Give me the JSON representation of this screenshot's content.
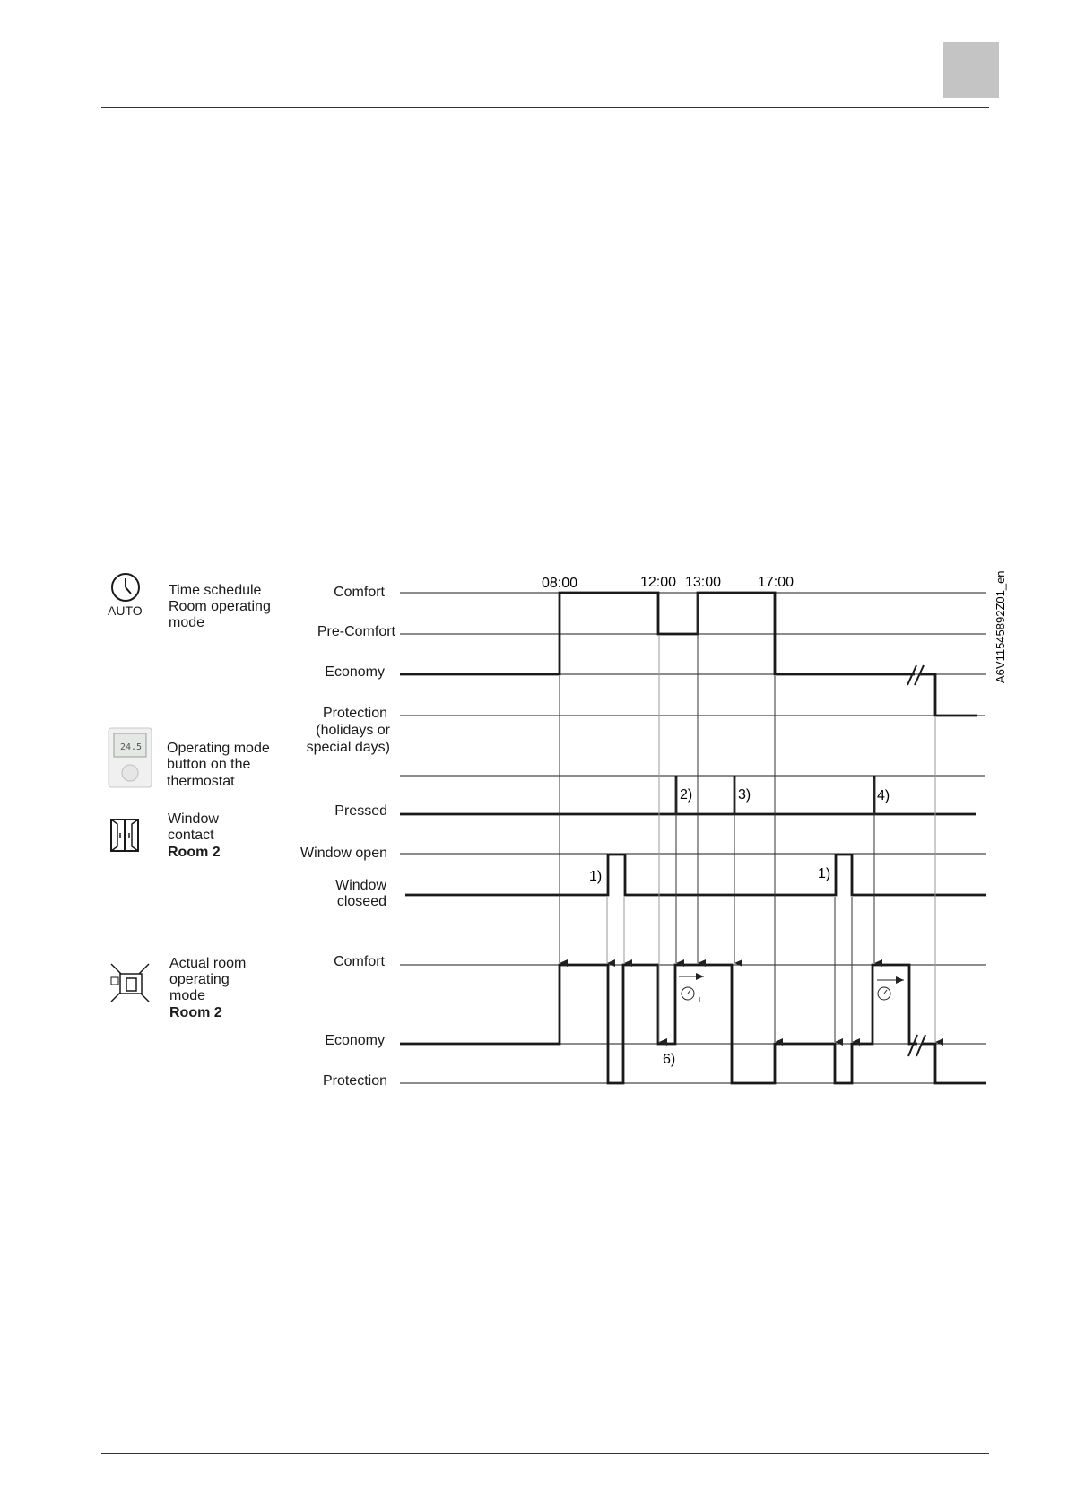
{
  "diagram_ref": "A6V11545892Z01_en",
  "times": [
    "08:00",
    "12:00",
    "13:00",
    "17:00"
  ],
  "groups": {
    "time_schedule": {
      "title_lines": [
        "Time schedule",
        "Room operating",
        "mode"
      ],
      "icon_text": "AUTO",
      "levels": [
        "Comfort",
        "Pre-Comfort",
        "Economy"
      ],
      "protection_lines": [
        "Protection",
        "(holidays or",
        "special days)"
      ]
    },
    "thermostat": {
      "title_lines": [
        "Operating mode",
        "button on the",
        "thermostat"
      ],
      "display_text": "24.5",
      "levels": [
        "Pressed"
      ]
    },
    "window": {
      "title_lines": [
        "Window",
        "contact"
      ],
      "room": "Room 2",
      "levels": [
        "Window open"
      ],
      "closed_lines": [
        "Window",
        "closeed"
      ]
    },
    "actual": {
      "title_lines": [
        "Actual room",
        "operating",
        "mode"
      ],
      "room": "Room 2",
      "levels": [
        "Comfort",
        "Economy",
        "Protection"
      ]
    }
  },
  "notes": [
    "1)",
    "2)",
    "3)",
    "4)",
    "1)",
    "6)"
  ]
}
